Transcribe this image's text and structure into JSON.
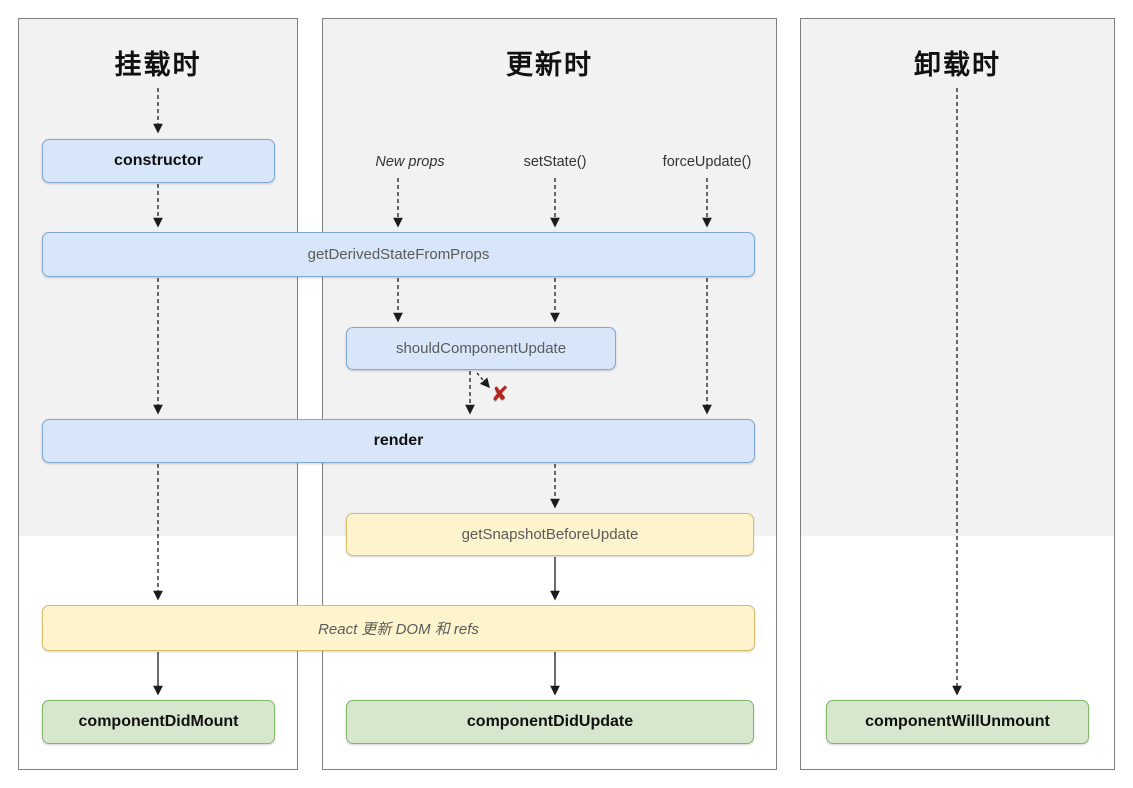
{
  "diagram": {
    "panels": {
      "mounting": {
        "title": "挂载时"
      },
      "updating": {
        "title": "更新时"
      },
      "unmounting": {
        "title": "卸载时"
      }
    },
    "triggers": {
      "new_props": "New props",
      "set_state": "setState()",
      "force_update": "forceUpdate()"
    },
    "boxes": {
      "constructor": "constructor",
      "get_derived_state_from_props": "getDerivedStateFromProps",
      "should_component_update": "shouldComponentUpdate",
      "render": "render",
      "get_snapshot_before_update": "getSnapshotBeforeUpdate",
      "react_updates_dom": "React 更新 DOM 和 refs",
      "component_did_mount": "componentDidMount",
      "component_did_update": "componentDidUpdate",
      "component_will_unmount": "componentWillUnmount"
    },
    "icons": {
      "cancel_x": "✘"
    },
    "colors": {
      "blue_fill": "#d7e6f9",
      "blue_border": "#7fa8d4",
      "yellow_fill": "#fdf3cd",
      "yellow_border": "#d8bd6d",
      "green_fill": "#d7e7cd",
      "green_border": "#85b46b",
      "phase_gray": "#f2f2f2",
      "cancel_red": "#b5271d"
    }
  }
}
